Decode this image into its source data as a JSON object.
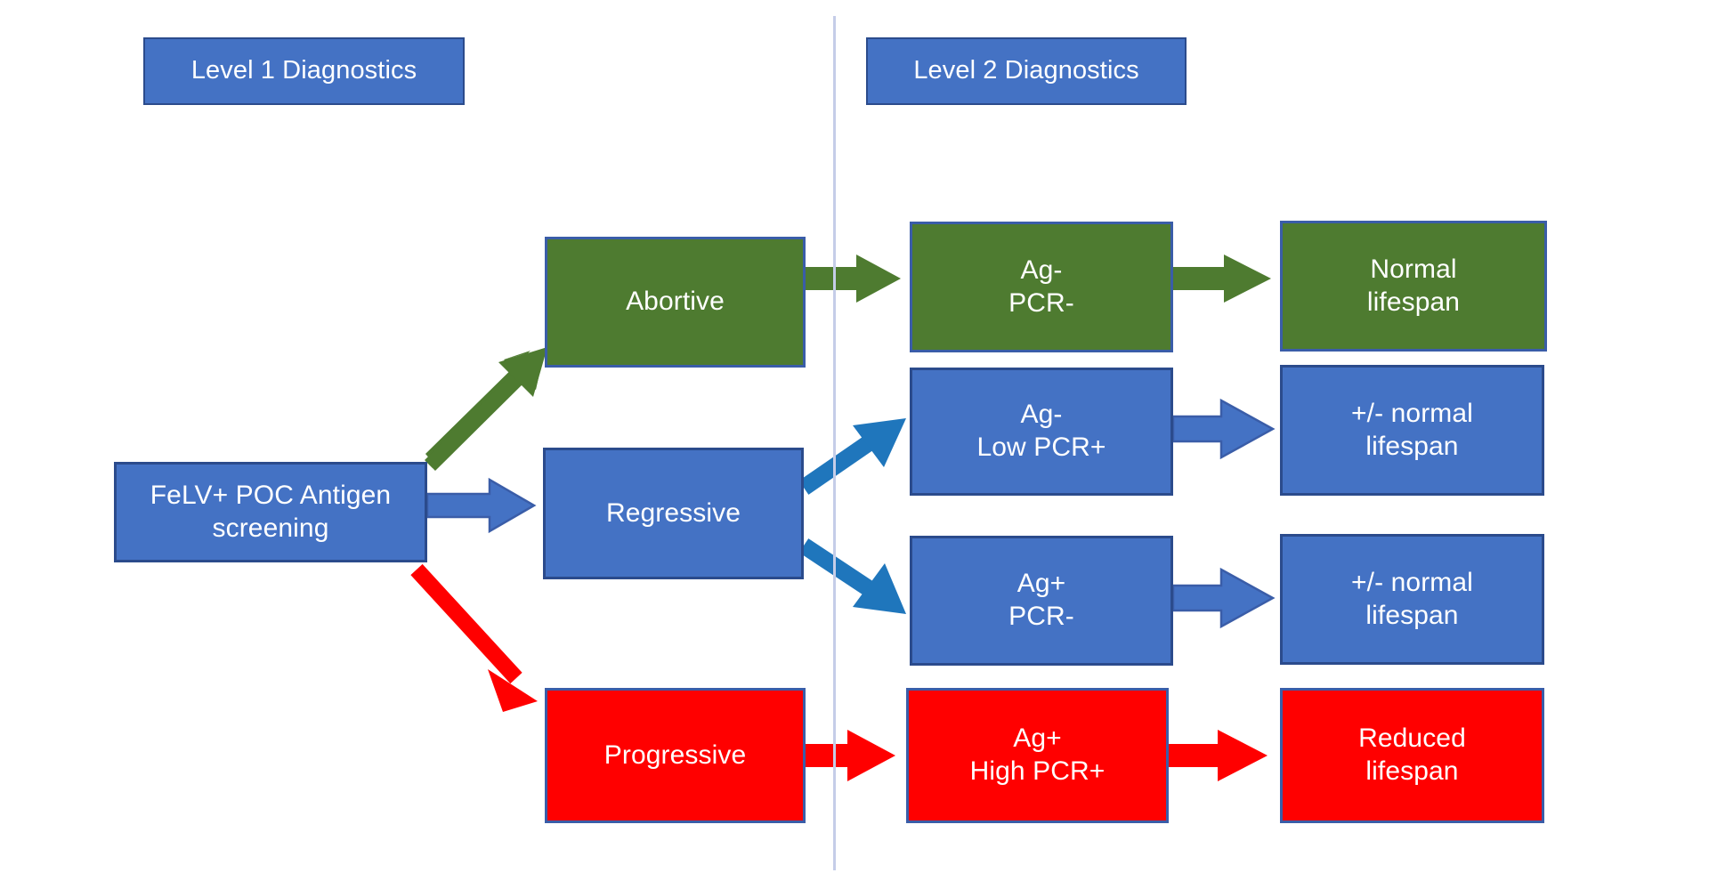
{
  "diagram": {
    "title": "FeLV diagnostic outcome flowchart",
    "colors": {
      "blue_fill": "#4472C4",
      "blue_border": "#2B4B8C",
      "green_fill": "#4E7B30",
      "red_fill": "#FF0000",
      "arrow_blue": "#1F76BC",
      "arrow_green": "#4E7B30",
      "arrow_red": "#FF0000",
      "divider": "#C5CDE8",
      "background": "#FFFFFF",
      "text": "#FFFFFF"
    },
    "headers": [
      {
        "id": "level1",
        "label": "Level 1 Diagnostics"
      },
      {
        "id": "level2",
        "label": "Level 2 Diagnostics"
      }
    ],
    "nodes": [
      {
        "id": "screening",
        "lines": [
          "FeLV+ POC Antigen",
          "screening"
        ],
        "color": "blue"
      },
      {
        "id": "abortive",
        "lines": [
          "Abortive"
        ],
        "color": "green"
      },
      {
        "id": "regressive",
        "lines": [
          "Regressive"
        ],
        "color": "blue"
      },
      {
        "id": "progressive",
        "lines": [
          "Progressive"
        ],
        "color": "red"
      },
      {
        "id": "ag-neg-pcr-neg",
        "lines": [
          "Ag-",
          "PCR-"
        ],
        "color": "green"
      },
      {
        "id": "ag-neg-low-pcr-pos",
        "lines": [
          "Ag-",
          "Low PCR+"
        ],
        "color": "blue"
      },
      {
        "id": "ag-pos-pcr-neg",
        "lines": [
          "Ag+",
          "PCR-"
        ],
        "color": "blue"
      },
      {
        "id": "ag-pos-high-pcr-pos",
        "lines": [
          "Ag+",
          "High PCR+"
        ],
        "color": "red"
      },
      {
        "id": "normal-lifespan",
        "lines": [
          "Normal",
          "lifespan"
        ],
        "color": "green"
      },
      {
        "id": "plusminus-normal-lifespan-1",
        "lines": [
          "+/- normal",
          "lifespan"
        ],
        "color": "blue"
      },
      {
        "id": "plusminus-normal-lifespan-2",
        "lines": [
          "+/- normal",
          "lifespan"
        ],
        "color": "blue"
      },
      {
        "id": "reduced-lifespan",
        "lines": [
          "Reduced",
          "lifespan"
        ],
        "color": "red"
      }
    ],
    "edges": [
      {
        "from": "screening",
        "to": "abortive",
        "color": "green"
      },
      {
        "from": "screening",
        "to": "regressive",
        "color": "blue"
      },
      {
        "from": "screening",
        "to": "progressive",
        "color": "red"
      },
      {
        "from": "abortive",
        "to": "ag-neg-pcr-neg",
        "color": "green"
      },
      {
        "from": "regressive",
        "to": "ag-neg-low-pcr-pos",
        "color": "blue"
      },
      {
        "from": "regressive",
        "to": "ag-pos-pcr-neg",
        "color": "blue"
      },
      {
        "from": "progressive",
        "to": "ag-pos-high-pcr-pos",
        "color": "red"
      },
      {
        "from": "ag-neg-pcr-neg",
        "to": "normal-lifespan",
        "color": "green"
      },
      {
        "from": "ag-neg-low-pcr-pos",
        "to": "plusminus-normal-lifespan-1",
        "color": "blue"
      },
      {
        "from": "ag-pos-pcr-neg",
        "to": "plusminus-normal-lifespan-2",
        "color": "blue"
      },
      {
        "from": "ag-pos-high-pcr-pos",
        "to": "reduced-lifespan",
        "color": "red"
      }
    ]
  }
}
